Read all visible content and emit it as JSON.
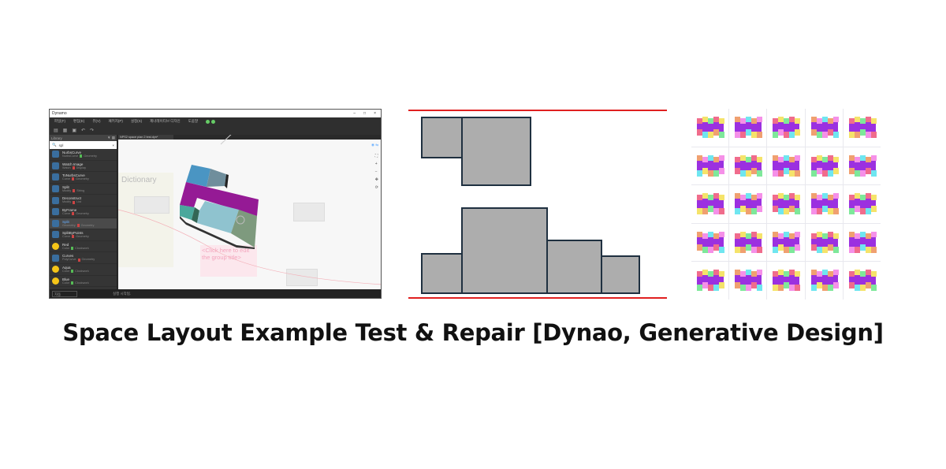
{
  "dynamo": {
    "window_title": "Dynamo",
    "menu": [
      "파일(F)",
      "편집(E)",
      "뷰(V)",
      "패키지(P)",
      "설정(S)",
      "제너레이티브 디자인",
      "도움말"
    ],
    "library_label": "Library",
    "search_value": "spl",
    "library_items": [
      {
        "name": "NurbsCurve",
        "category": "NurbsCurve",
        "type": "Geometry",
        "kind": "g"
      },
      {
        "name": "Watch Image",
        "category": "Watch",
        "type": "Display",
        "kind": "r"
      },
      {
        "name": "ToNurbsCurve",
        "category": "Curve",
        "type": "Geometry",
        "kind": "r"
      },
      {
        "name": "Split",
        "category": "Modify",
        "type": "String",
        "kind": "r"
      },
      {
        "name": "Deconstruct",
        "category": "Modify",
        "type": "List",
        "kind": "r"
      },
      {
        "name": "ByFrame",
        "category": "Curve",
        "type": "Geometry",
        "kind": "r"
      },
      {
        "name": "Split",
        "category": "Geometry",
        "type": "Geometry",
        "kind": "r",
        "selected": true
      },
      {
        "name": "SplitByPoints",
        "category": "Curve",
        "type": "Geometry",
        "kind": "r"
      },
      {
        "name": "Red",
        "category": "Color",
        "type": "Clockwork",
        "kind": "g",
        "gear": true
      },
      {
        "name": "Curves",
        "category": "PolyCurve",
        "type": "Geometry",
        "kind": "r"
      },
      {
        "name": "Aqua",
        "category": "Color",
        "type": "Clockwork",
        "kind": "g",
        "gear": true
      },
      {
        "name": "Blue",
        "category": "Color",
        "type": "Clockwork",
        "kind": "g",
        "gear": true
      }
    ],
    "tab": "NPS2 space plan 2 test.dyn*",
    "canvas_group_dictionary": "Dictionary",
    "canvas_group_title": "<Click here to edit the group title>",
    "run_mode": "자동",
    "status": "실행 시작됨."
  },
  "grid_colors": [
    "#9b30e0",
    "#f06c8c",
    "#6fe6f0",
    "#f5e36a",
    "#f0a070",
    "#7ee89a",
    "#f590e8"
  ],
  "title": "Space Layout Example Test & Repair [Dynao, Generative Design]"
}
